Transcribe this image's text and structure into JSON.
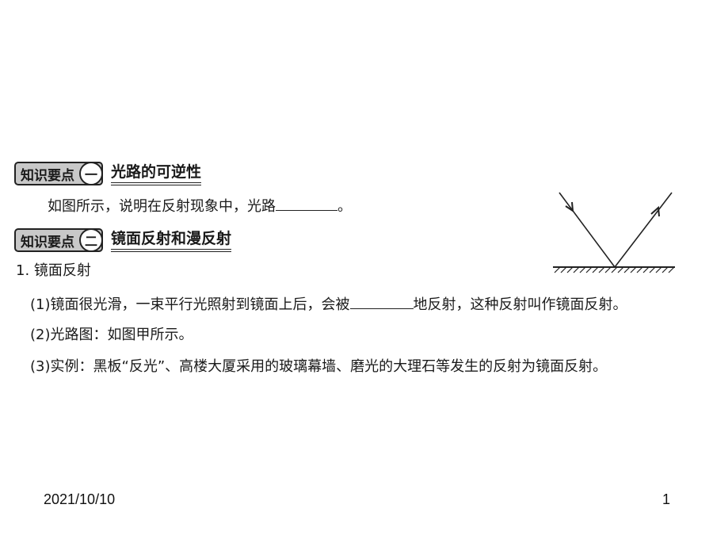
{
  "section1": {
    "tag_label": "知识要点",
    "tag_number": "一",
    "title": "光路的可逆性",
    "line_prefix": "如图所示，说明在反射现象中，光路",
    "line_suffix": "。"
  },
  "section2": {
    "tag_label": "知识要点",
    "tag_number": "二",
    "title": "镜面反射和漫反射"
  },
  "item1": {
    "heading": "1. 镜面反射",
    "sub1_prefix": "(1)镜面很光滑，一束平行光照射到镜面上后，会被",
    "sub1_suffix": "地反射，这种反射叫作镜面反射。",
    "sub2": "(2)光路图：如图甲所示。",
    "sub3": "(3)实例：黑板“反光”、高楼大厦采用的玻璃幕墙、磨光的大理石等发生的反射为镜面反射。"
  },
  "footer": {
    "date": "2021/10/10",
    "page_number": "1"
  }
}
